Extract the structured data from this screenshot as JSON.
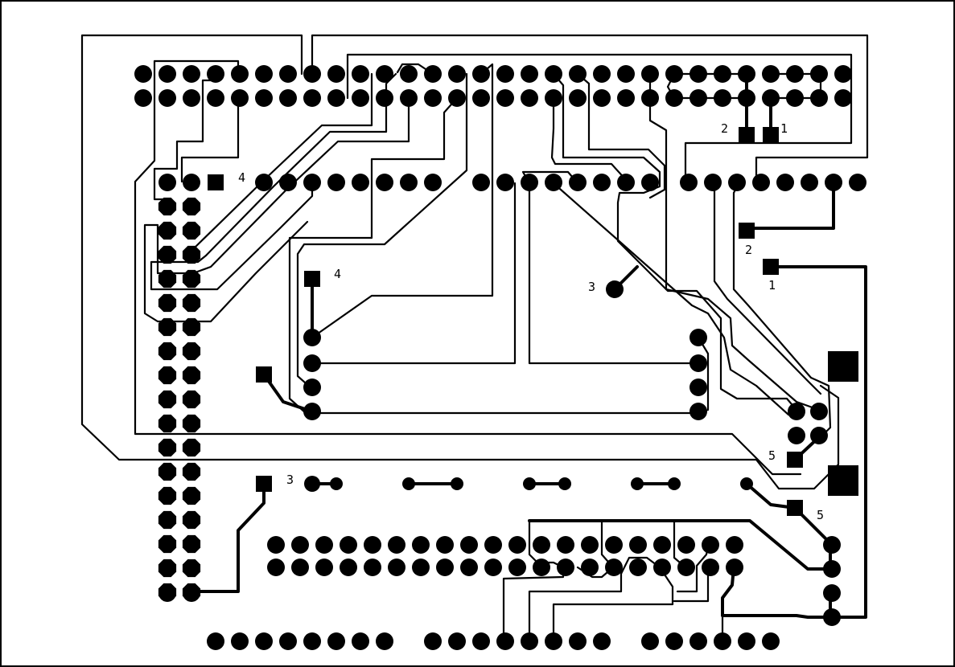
{
  "pcb": {
    "colors": {
      "copper": "#000000",
      "background": "#ffffff"
    },
    "labels": {
      "jumper_2_top": "2",
      "jumper_1_top": "1",
      "pad_4_left": "4",
      "pad_4_mid": "4",
      "pad_2_right": "2",
      "pad_1_right": "1",
      "pad_3_center": "3",
      "pad_3_left": "3",
      "pad_5_upper": "5",
      "pad_5_lower": "5"
    }
  }
}
